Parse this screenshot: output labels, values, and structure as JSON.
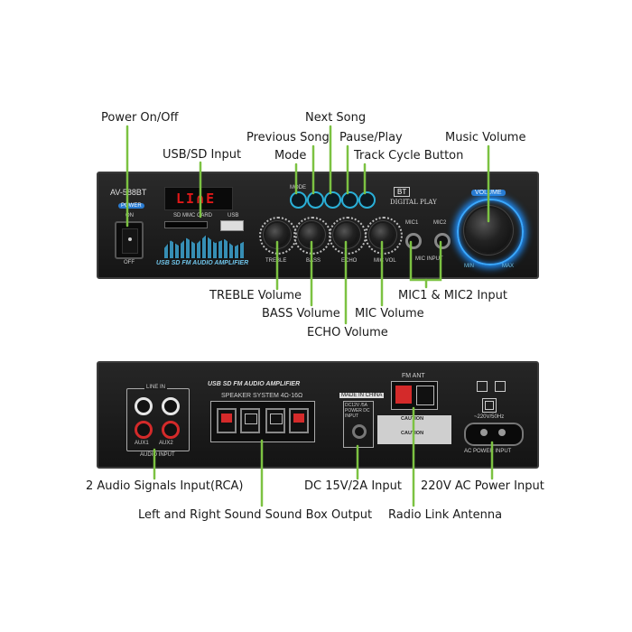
{
  "front": {
    "model": "AV-588BT",
    "power_tag": "POWER",
    "on": "ON",
    "off": "OFF",
    "display": "LI∩E",
    "sd_card": "SD MMC CARD",
    "usb": "USB",
    "brand_text": "USB SD FM AUDIO AMPLIFIER",
    "bt": "BT",
    "digital_play": "DIGITAL PLAY",
    "mode": "MODE",
    "volume_tag": "VOLUME",
    "mic1": "MIC1",
    "mic2": "MIC2",
    "mic_input": "MIC INPUT",
    "knob_labels": [
      "TREBLE",
      "BASS",
      "ECHO",
      "MIC VOL"
    ],
    "min": "MIN",
    "max": "MAX"
  },
  "rear": {
    "brand_text": "USB SD FM AUDIO AMPLIFIER",
    "line_in": "LINE IN",
    "aux1": "AUX1",
    "aux2": "AUX2",
    "audio_input": "AUDIO INPUT",
    "speaker_system": "SPEAKER SYSTEM 4Ω-16Ω",
    "made_in": "MADE IN CHINA",
    "dc_spec": "DC12V /5A POWER DC INPUT",
    "fm_ant": "FM ANT",
    "caution": "CAUTION",
    "ac_spec": "~220V/50Hz",
    "ac_power_input": "AC POWER INPUT"
  },
  "labels": {
    "power": "Power On/Off",
    "next_song": "Next Song",
    "previous_song": "Previous Song",
    "pause_play": "Pause/Play",
    "music_volume": "Music Volume",
    "usb_sd": "USB/SD Input",
    "mode": "Mode",
    "track_cycle": "Track Cycle Button",
    "treble": "TREBLE Volume",
    "bass": "BASS Volume",
    "mic_vol": "MIC Volume",
    "echo": "ECHO Volume",
    "mic_inputs": "MIC1 & MIC2 Input",
    "audio_signals": "2 Audio Signals Input(RCA)",
    "dc": "DC 15V/2A Input",
    "ac": "220V AC Power Input",
    "speaker_out": "Left and Right Sound Sound Box Output",
    "antenna": "Radio Link Antenna"
  },
  "colors": {
    "leader": "#7cc242",
    "accent": "#2ab0d8",
    "panel": "#1c1c1c"
  }
}
